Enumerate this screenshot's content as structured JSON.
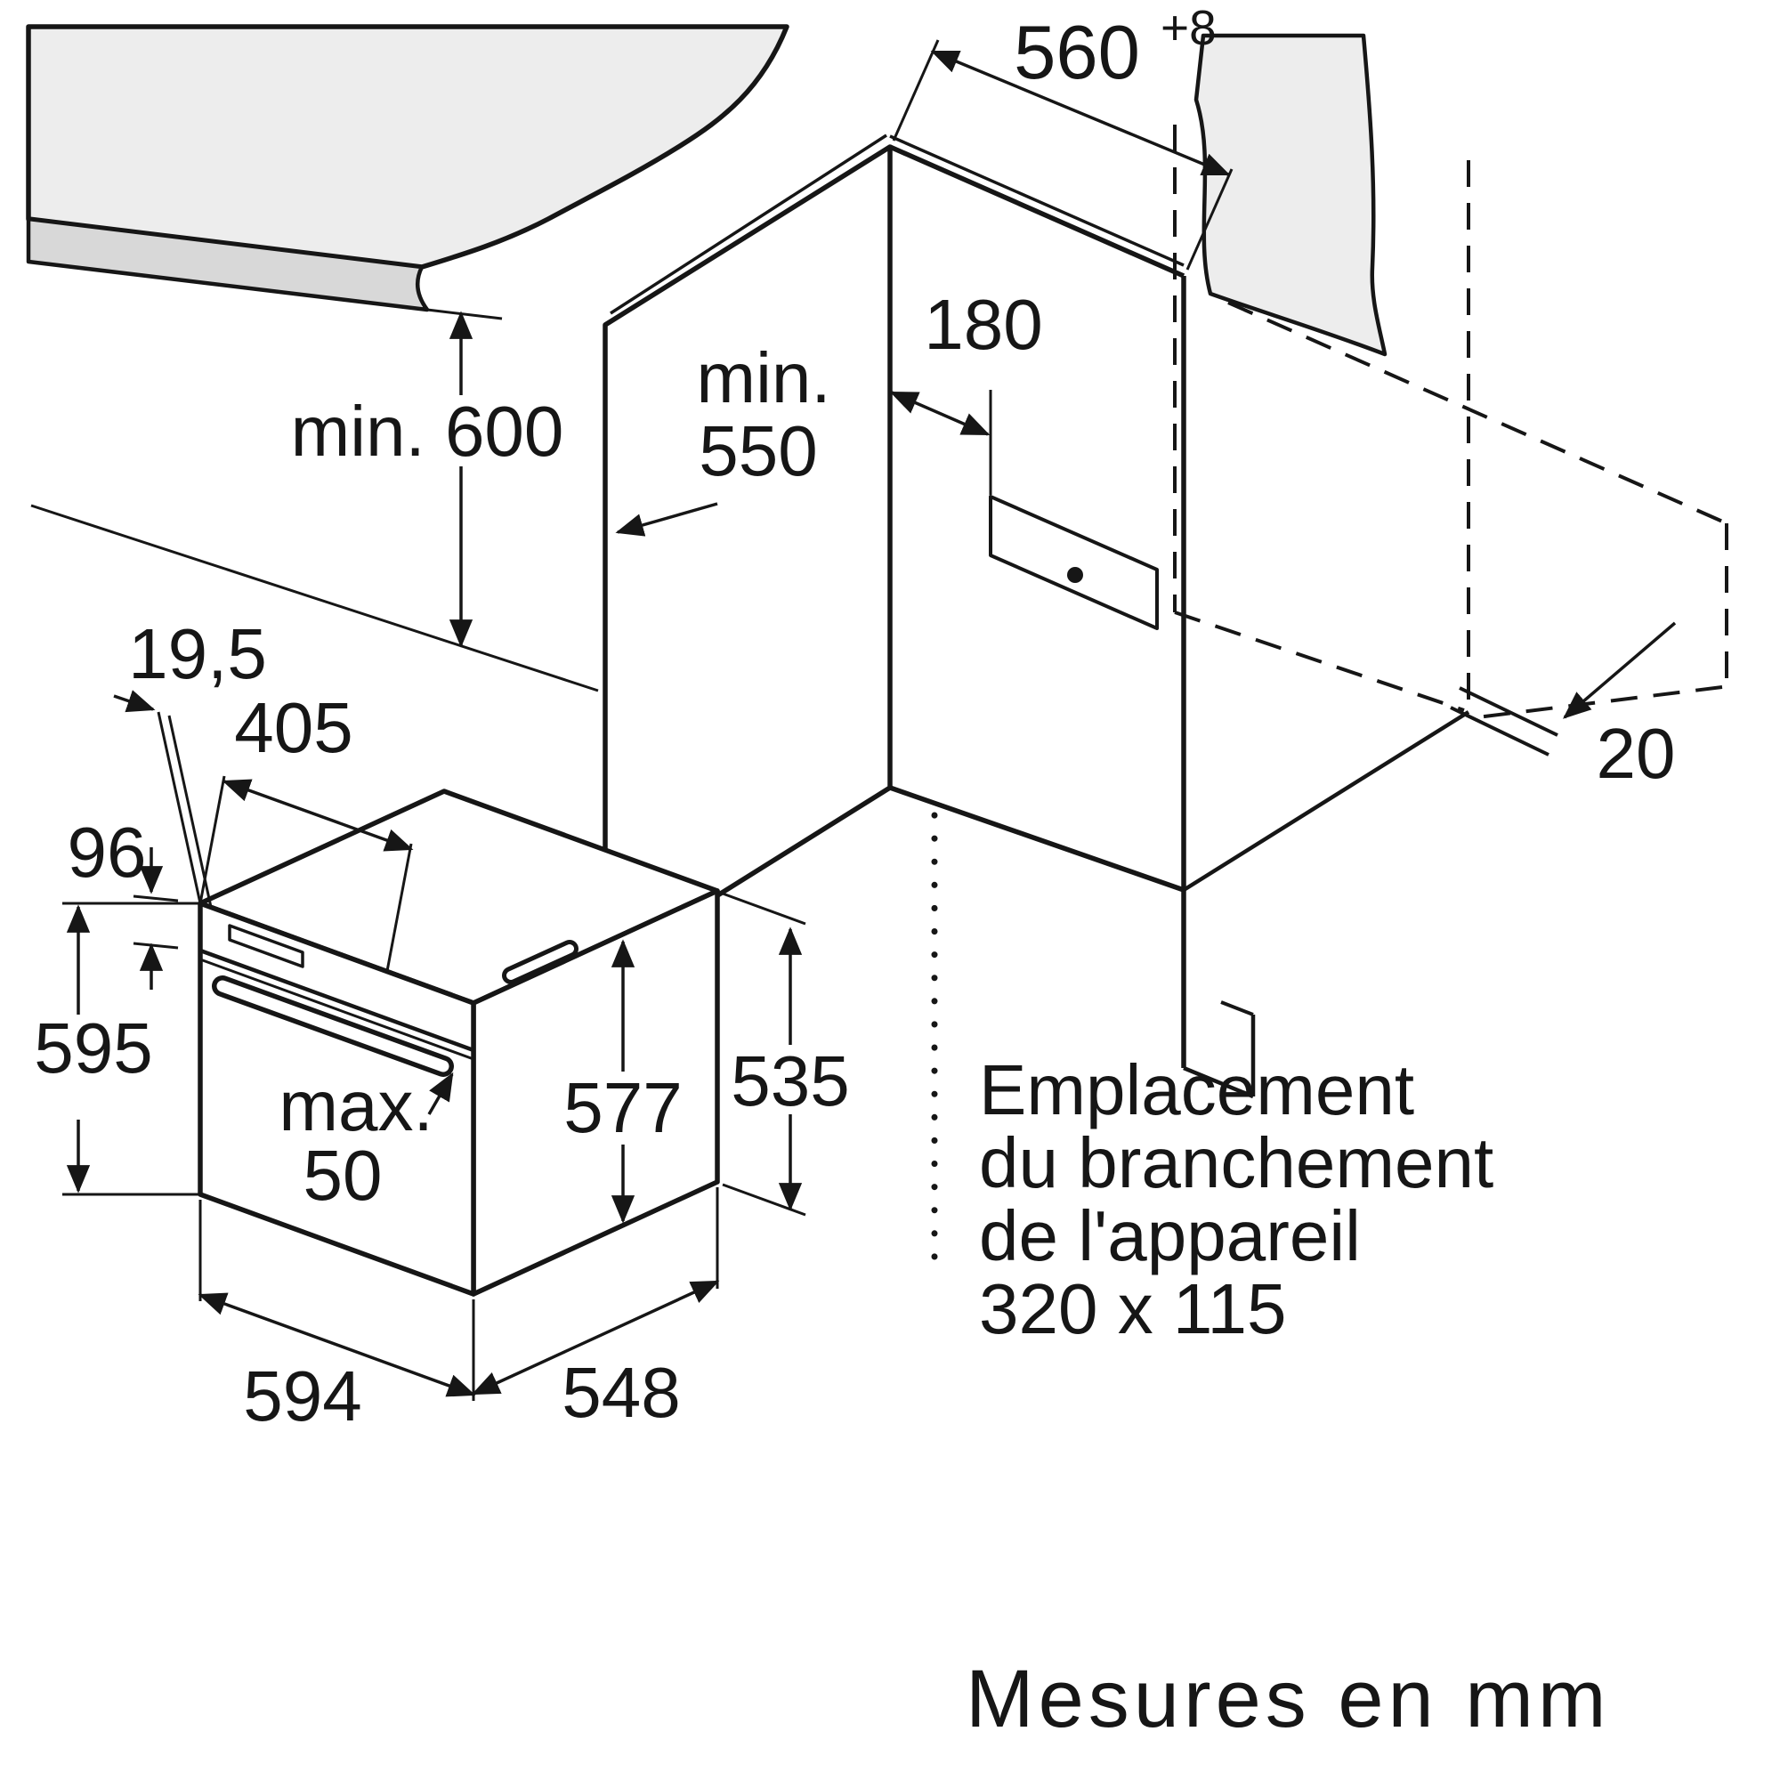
{
  "installation": {
    "niche": {
      "width": "560",
      "width_tol": "+8",
      "conn_offset": "180",
      "min_height": "min. 600",
      "min_depth_line1": "min.",
      "min_depth_line2": "550",
      "rear_gap": "20"
    },
    "oven": {
      "trim_gap": "19,5",
      "panel_width": "405",
      "panel_height": "96",
      "front_height": "595",
      "handle_line1": "max.",
      "handle_line2": "50",
      "door_height": "577",
      "rear_height": "535",
      "width": "594",
      "depth": "548"
    },
    "note": {
      "line1": "Emplacement",
      "line2": "du branchement",
      "line3": "de l'appareil",
      "line4": "320 x 115"
    },
    "units": "Mesures en mm"
  }
}
